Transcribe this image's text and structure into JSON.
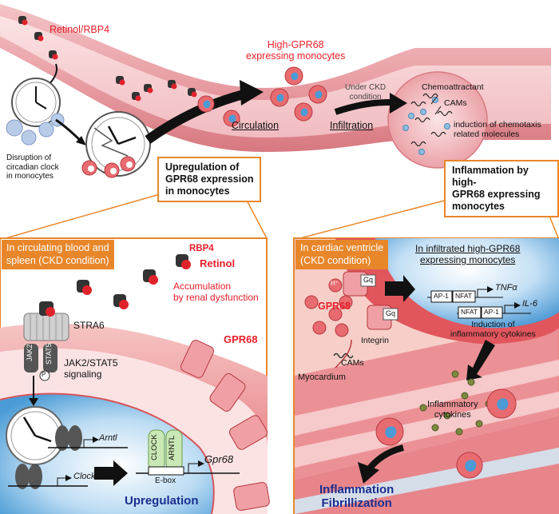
{
  "top": {
    "retinol_rbp4": "Retinol/RBP4",
    "disruption_line1": "Disruption of",
    "disruption_line2": "circadian clock",
    "disruption_line3": "in monocytes",
    "high_gpr68_line1": "High-GPR68",
    "high_gpr68_line2": "expressing monocytes",
    "circulation": "Circulation",
    "under_ckd_line1": "Under CKD",
    "under_ckd_line2": "condition",
    "infiltration": "Infiltration",
    "chemoattractant": "Chemoattractant",
    "cams": "CAMs",
    "induction_line1": "induction of chemotaxis",
    "induction_line2": "related molecules"
  },
  "boxes": {
    "left_line1": "Upregulation of",
    "left_line2": "GPR68 expression",
    "left_line3": "in monocytes",
    "right_line1": "Inflammation by high-",
    "right_line2": "GPR68 expressing",
    "right_line3": "monocytes"
  },
  "left_panel": {
    "tag_line1": "In circulating blood and",
    "tag_line2": "spleen (CKD condition)",
    "rbp4": "RBP4",
    "retinol": "Retinol",
    "accumulation_line1": "Accumulation",
    "accumulation_line2": "by renal dysfunction",
    "stra6": "STRA6",
    "jak2": "JAK2",
    "stat5": "STAT5",
    "p": "P",
    "jak_stat_line1": "JAK2/STAT5",
    "jak_stat_line2": "signaling",
    "gpr68": "GPR68",
    "arntl": "Arntl",
    "clock_gene": "Clock",
    "clock_protein": "CLOCK",
    "arntl_protein": "ARNTL",
    "ebox": "E-box",
    "gpr68_gene": "Gpr68",
    "upregulation": "Upregulation"
  },
  "right_panel": {
    "tag_line1": "In cardiac ventricle",
    "tag_line2": "(CKD condition)",
    "infiltrated_line1": "In infiltrated high-GPR68",
    "infiltrated_line2": "expressing monocytes",
    "hplus": "H⁺",
    "gq": "Gq",
    "gpr68": "GPR68",
    "ap1": "AP-1",
    "nfat": "NFAT",
    "tnfa": "TNFα",
    "il6": "IL-6",
    "induction_line1": "Induction of",
    "induction_line2": "inflammatory cytokines",
    "integrin": "Integrin",
    "cams": "CAMs",
    "myocardium": "Myocardium",
    "inflam_cyt_line1": "Inflammatory",
    "inflam_cyt_line2": "cytokines",
    "bottom_line1": "Inflammation",
    "bottom_line2": "Fibrillization"
  }
}
